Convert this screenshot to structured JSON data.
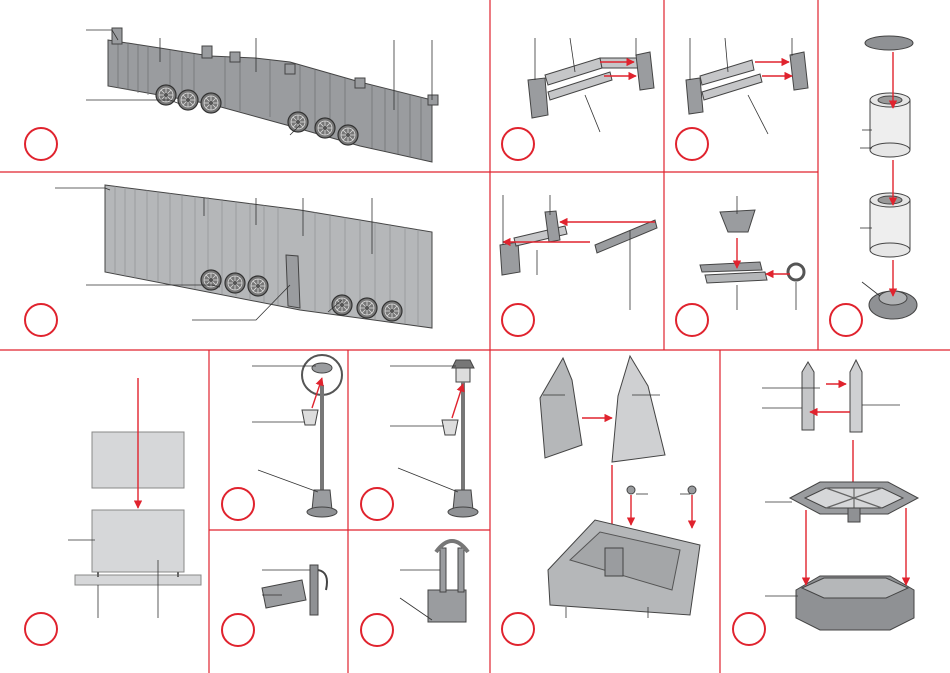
{
  "document": {
    "type": "assembly-instruction-sheet",
    "panels": [
      {
        "id": "fence-wall-with-wheels",
        "step_circle": ""
      },
      {
        "id": "bench-assembly-a",
        "step_circle": ""
      },
      {
        "id": "bench-assembly-b",
        "step_circle": ""
      },
      {
        "id": "well-ring-stack",
        "step_circle": ""
      },
      {
        "id": "plank-fence-with-door",
        "step_circle": ""
      },
      {
        "id": "bench-with-crossbar",
        "step_circle": ""
      },
      {
        "id": "hand-cart",
        "step_circle": ""
      },
      {
        "id": "notice-board",
        "step_circle": ""
      },
      {
        "id": "street-lamp-round",
        "step_circle": ""
      },
      {
        "id": "street-lamp-lantern",
        "step_circle": ""
      },
      {
        "id": "water-pump-trough",
        "step_circle": ""
      },
      {
        "id": "draw-well",
        "step_circle": ""
      },
      {
        "id": "monument-plaza",
        "step_circle": ""
      },
      {
        "id": "hexagon-pavilion-well",
        "step_circle": ""
      }
    ]
  },
  "colors": {
    "accent": "#e0232e",
    "part_gray": "#8f9194",
    "part_light": "#cfd0d2",
    "line": "#333333"
  }
}
